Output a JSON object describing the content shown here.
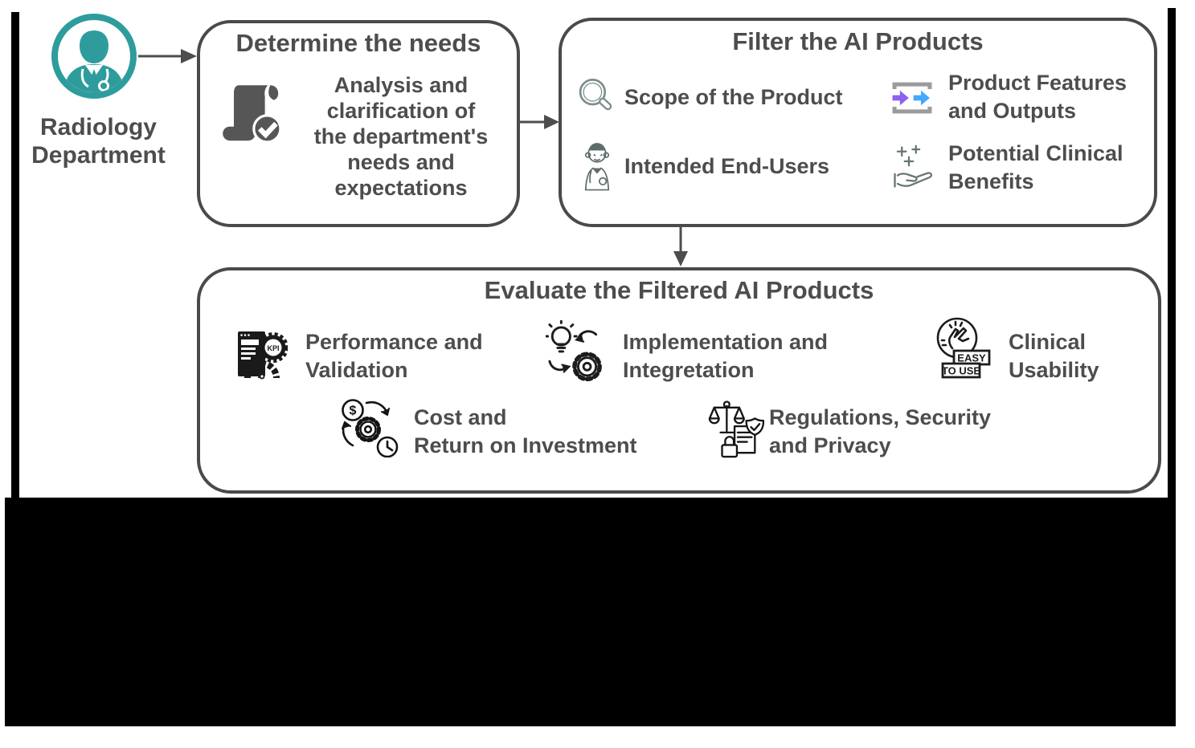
{
  "figure": {
    "actor": {
      "name": "Radiology Department",
      "lines": [
        "Radiology",
        "Department"
      ],
      "icon": "radiologist-avatar-icon"
    },
    "boxes": {
      "determine": {
        "title": "Determine the needs",
        "item": {
          "icon": "scroll-check-icon",
          "lines": [
            "Analysis and",
            "clarification of",
            "the department's",
            "needs and",
            "expectations"
          ]
        }
      },
      "filter": {
        "title": "Filter the AI Products",
        "items": [
          {
            "icon": "search-icon",
            "lines": [
              "Scope of the Product"
            ]
          },
          {
            "icon": "transfer-arrows-icon",
            "lines": [
              "Product Features",
              "and Outputs"
            ]
          },
          {
            "icon": "clinician-icon",
            "lines": [
              "Intended End-Users"
            ]
          },
          {
            "icon": "hand-benefits-icon",
            "lines": [
              "Potential Clinical",
              "Benefits"
            ]
          }
        ]
      },
      "evaluate": {
        "title": "Evaluate the Filtered AI Products",
        "items": [
          {
            "icon": "kpi-performance-icon",
            "lines": [
              "Performance and",
              "Validation"
            ]
          },
          {
            "icon": "implementation-bulb-gear-icon",
            "lines": [
              "Implementation and",
              "Integretation"
            ]
          },
          {
            "icon": "easy-to-use-icon",
            "lines": [
              "Clinical",
              "Usability"
            ]
          },
          {
            "icon": "cost-roi-icon",
            "lines": [
              "Cost and",
              "Return on Investment"
            ]
          },
          {
            "icon": "regulations-privacy-icon",
            "lines": [
              "Regulations, Security",
              "and Privacy"
            ]
          }
        ]
      }
    },
    "icon_text": {
      "kpi": "KPI",
      "easy_line1": "EASY",
      "easy_line2": "TO USE",
      "dollar": "$"
    },
    "colors": {
      "teal": "#2E9C9C",
      "text_gray": "#4D4D4D",
      "border_gray": "#4A4A4A",
      "arrow_purple": "#8D62F2",
      "arrow_blue": "#47A7FF",
      "bracket_gray": "#9B9B9B",
      "letterbox_black": "#000000"
    }
  }
}
